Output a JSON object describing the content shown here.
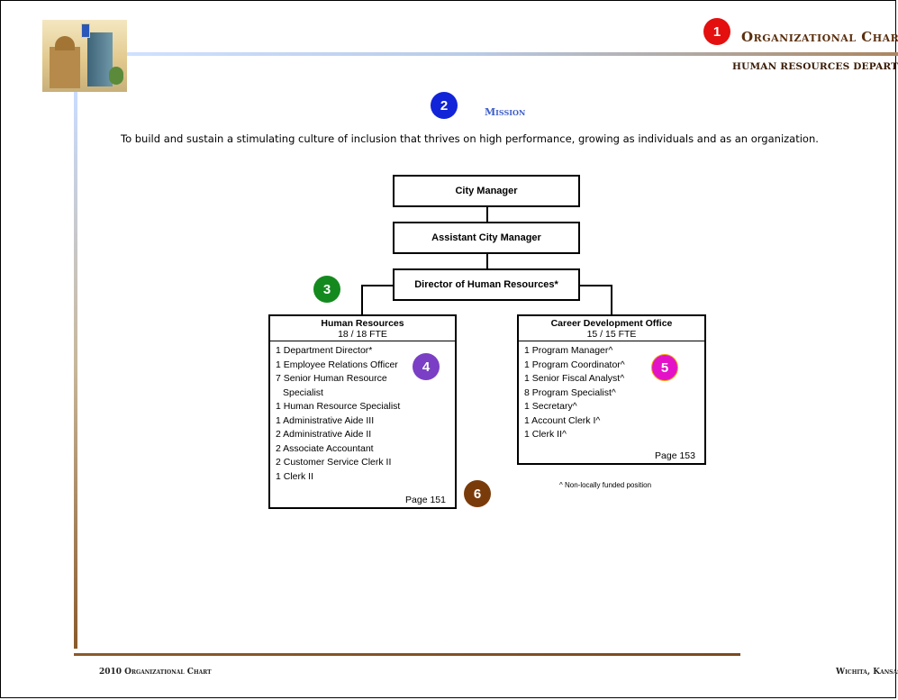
{
  "header": {
    "title": "Organizational Chart",
    "subtitle": "HUMAN RESOURCES DEPARTMENT"
  },
  "mission": {
    "heading": "Mission",
    "text": "To build and sustain a stimulating culture of inclusion that thrives on high performance, growing as individuals and as an organization."
  },
  "chart": {
    "city_manager": "City Manager",
    "assistant_city_manager": "Assistant City Manager",
    "director": "Director of Human Resources*",
    "units": [
      {
        "name": "Human Resources",
        "fte": "18 / 18 FTE",
        "positions": [
          "1 Department Director*",
          "1 Employee Relations Officer",
          "7 Senior Human Resource",
          "Specialist",
          "1 Human Resource Specialist",
          "1 Administrative Aide III",
          "2 Administrative Aide II",
          "2 Associate Accountant",
          "2 Customer Service Clerk II",
          "1 Clerk II"
        ],
        "page": "Page 151"
      },
      {
        "name": "Career Development Office",
        "fte": "15 / 15 FTE",
        "positions": [
          "1 Program Manager^",
          "1 Program Coordinator^",
          "1 Senior Fiscal Analyst^",
          "8 Program Specialist^",
          "1 Secretary^",
          "1 Account Clerk I^",
          "1 Clerk II^"
        ],
        "page": "Page 153"
      }
    ],
    "footnote": "^ Non-locally funded position"
  },
  "badges": [
    {
      "label": "1",
      "color": "#e3100f"
    },
    {
      "label": "2",
      "color": "#1224d8"
    },
    {
      "label": "3",
      "color": "#148a1e"
    },
    {
      "label": "4",
      "color": "#7a3fc4"
    },
    {
      "label": "5",
      "color": "#e312c8"
    },
    {
      "label": "6",
      "color": "#7a3b0a"
    }
  ],
  "footer": {
    "left": "2010 Organizational Chart",
    "right": "Wichita, Kansas"
  },
  "icons": {
    "logo": "city-buildings-logo"
  }
}
